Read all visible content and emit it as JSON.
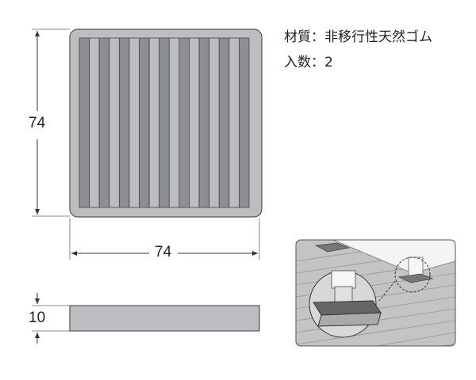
{
  "specs": {
    "material": "材質：非移行性天然ゴム",
    "quantity": "入数：2"
  },
  "dimensions": {
    "height": "74",
    "width": "74",
    "thickness": "10"
  },
  "colors": {
    "frame": "#bdbdc1",
    "stripe_dark": "#8e8f93",
    "stripe_light": "#bdbdc1",
    "outline": "#555555"
  },
  "stripe_count": 17
}
